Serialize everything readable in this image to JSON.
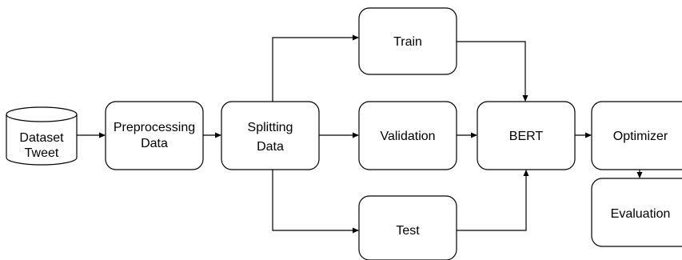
{
  "nodes": {
    "dataset": {
      "line1": "Dataset",
      "line2": "Tweet"
    },
    "preprocessing": {
      "line1": "Preprocessing",
      "line2": "Data"
    },
    "splitting": {
      "line1": "Splitting",
      "line2": "Data"
    },
    "train": {
      "label": "Train"
    },
    "validation": {
      "label": "Validation"
    },
    "test": {
      "label": "Test"
    },
    "bert": {
      "label": "BERT"
    },
    "optimizer": {
      "label": "Optimizer"
    },
    "evaluation": {
      "label": "Evaluation"
    }
  },
  "colors": {
    "stroke": "#000000",
    "fill": "#ffffff"
  }
}
